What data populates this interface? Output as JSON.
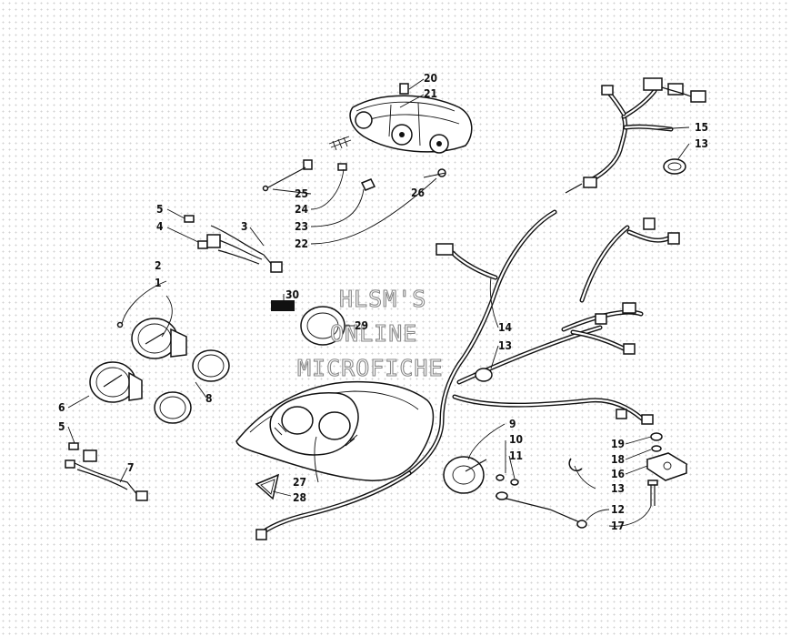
{
  "watermark": {
    "line1": "HLSM'S",
    "line2": "ONLINE",
    "line3": "MICROFICHE"
  },
  "callouts": [
    {
      "id": "c1",
      "text": "1"
    },
    {
      "id": "c2",
      "text": "2"
    },
    {
      "id": "c3",
      "text": "3"
    },
    {
      "id": "c4",
      "text": "4"
    },
    {
      "id": "c5a",
      "text": "5"
    },
    {
      "id": "c5b",
      "text": "5"
    },
    {
      "id": "c6",
      "text": "6"
    },
    {
      "id": "c7",
      "text": "7"
    },
    {
      "id": "c8",
      "text": "8"
    },
    {
      "id": "c9",
      "text": "9"
    },
    {
      "id": "c10",
      "text": "10"
    },
    {
      "id": "c11",
      "text": "11"
    },
    {
      "id": "c12",
      "text": "12"
    },
    {
      "id": "c13a",
      "text": "13"
    },
    {
      "id": "c13b",
      "text": "13"
    },
    {
      "id": "c13c",
      "text": "13"
    },
    {
      "id": "c14",
      "text": "14"
    },
    {
      "id": "c15",
      "text": "15"
    },
    {
      "id": "c16",
      "text": "16"
    },
    {
      "id": "c17",
      "text": "17"
    },
    {
      "id": "c18",
      "text": "18"
    },
    {
      "id": "c19",
      "text": "19"
    },
    {
      "id": "c20",
      "text": "20"
    },
    {
      "id": "c21",
      "text": "21"
    },
    {
      "id": "c22",
      "text": "22"
    },
    {
      "id": "c23",
      "text": "23"
    },
    {
      "id": "c24",
      "text": "24"
    },
    {
      "id": "c25",
      "text": "25"
    },
    {
      "id": "c26",
      "text": "26"
    },
    {
      "id": "c27",
      "text": "27"
    },
    {
      "id": "c28",
      "text": "28"
    },
    {
      "id": "c29",
      "text": "29"
    },
    {
      "id": "c30",
      "text": "30"
    }
  ]
}
